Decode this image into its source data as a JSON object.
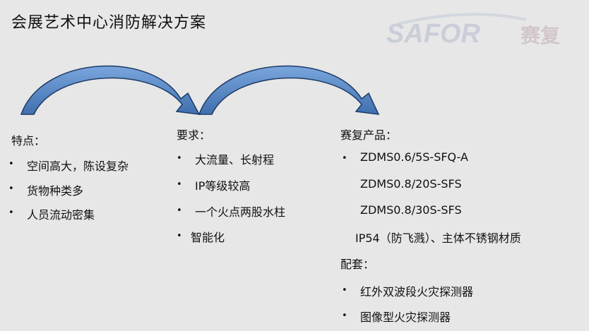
{
  "title": "会展艺术中心消防解决方案",
  "logo": {
    "brand_latin": "SAFOR",
    "brand_cn": "赛复"
  },
  "features": {
    "heading": "特点：",
    "items": [
      "空间高大，陈设复杂",
      "货物种类多",
      "人员流动密集"
    ]
  },
  "requirements": {
    "heading": "要求：",
    "items": [
      "大流量、长射程",
      "IP等级较高",
      "一个火点两股水柱",
      "智能化"
    ]
  },
  "products": {
    "heading": "赛复产品：",
    "models": [
      "ZDMS0.6/5S-SFQ-A",
      "ZDMS0.8/20S-SFS",
      "ZDMS0.8/30S-SFS"
    ],
    "spec": "IP54（防飞溅）、主体不锈钢材质",
    "accessories_heading": "配套：",
    "accessories": [
      "红外双波段火灾探测器",
      "图像型火灾探测器"
    ]
  },
  "colors": {
    "background": "#e7e7e8",
    "arrow_fill": "#5b8fd0",
    "arrow_stroke": "#1e3b66",
    "logo": "#c9ced8"
  }
}
